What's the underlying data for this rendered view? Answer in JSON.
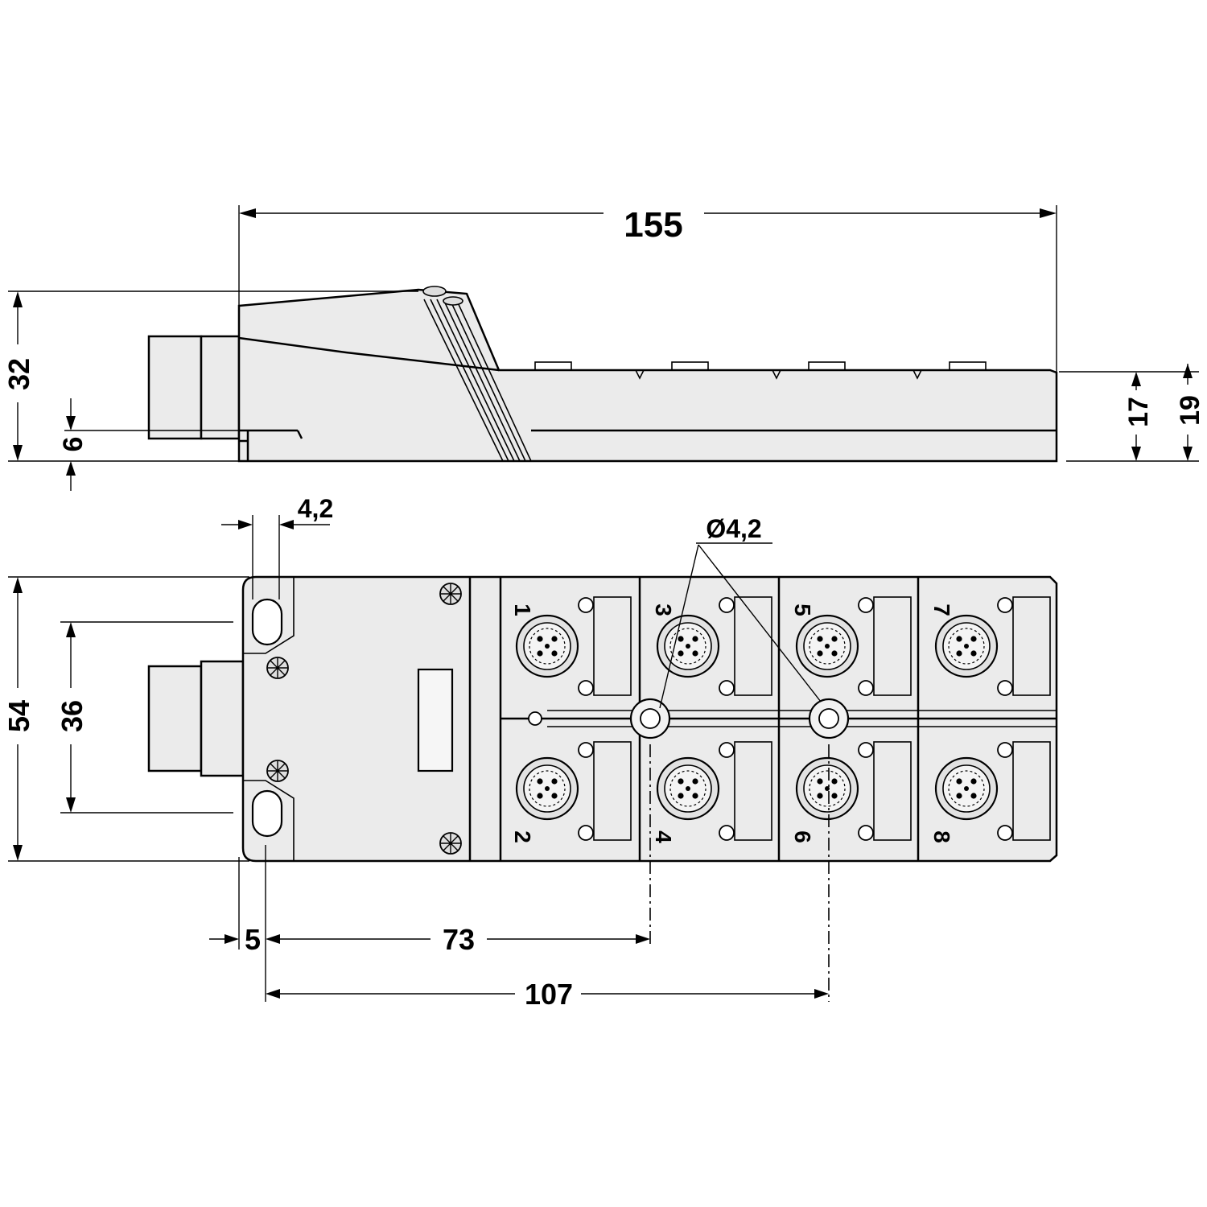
{
  "dimensions": {
    "overall_length": "155",
    "height": "32",
    "flange_offset": "6",
    "right_height_inner": "17",
    "right_height_outer": "19",
    "slot_width": "4,2",
    "hole_diameter": "Ø4,2",
    "width": "54",
    "mount_spacing": "36",
    "edge_offset": "5",
    "hole_distance_1": "73",
    "hole_distance_2": "107"
  },
  "port_labels": [
    "1",
    "2",
    "3",
    "4",
    "5",
    "6",
    "7",
    "8"
  ],
  "colors": {
    "line": "#000000",
    "fill": "#ebebeb",
    "background": "#ffffff"
  }
}
